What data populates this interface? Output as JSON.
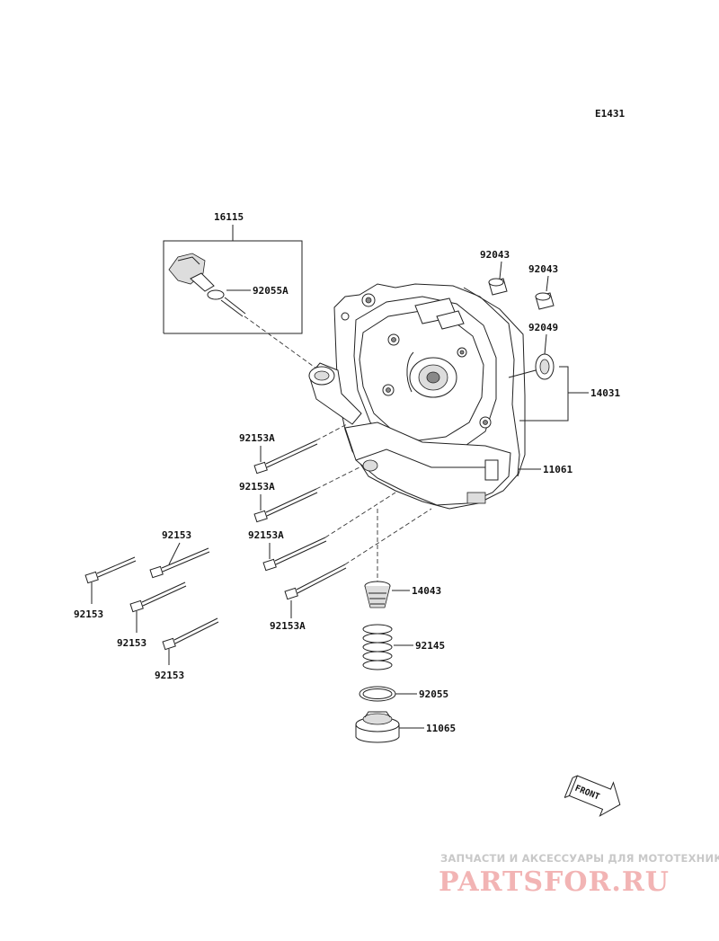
{
  "diagram": {
    "code": "E1431",
    "labels": {
      "p16115": "16115",
      "p92055A": "92055A",
      "p92043_a": "92043",
      "p92043_b": "92043",
      "p92049": "92049",
      "p14031": "14031",
      "p11061": "11061",
      "p92153A_1": "92153A",
      "p92153A_2": "92153A",
      "p92153A_3": "92153A",
      "p92153A_4": "92153A",
      "p92153_1": "92153",
      "p92153_2": "92153",
      "p92153_3": "92153",
      "p92153_4": "92153",
      "p14043": "14043",
      "p92145": "92145",
      "p92055": "92055",
      "p11065": "11065"
    },
    "front_arrow": "FRONT"
  },
  "watermark": {
    "subtitle": "ЗАПЧАСТИ И АКСЕССУАРЫ ДЛЯ МОТОТЕХНИКИ",
    "brand": "PARTSFOR.RU"
  }
}
